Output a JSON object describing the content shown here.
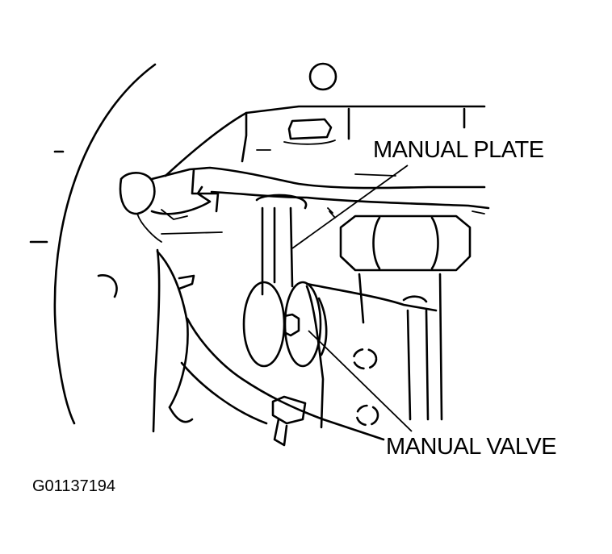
{
  "callouts": {
    "manual_plate": "MANUAL PLATE",
    "manual_valve": "MANUAL VALVE"
  },
  "figure_code": "G01137194"
}
